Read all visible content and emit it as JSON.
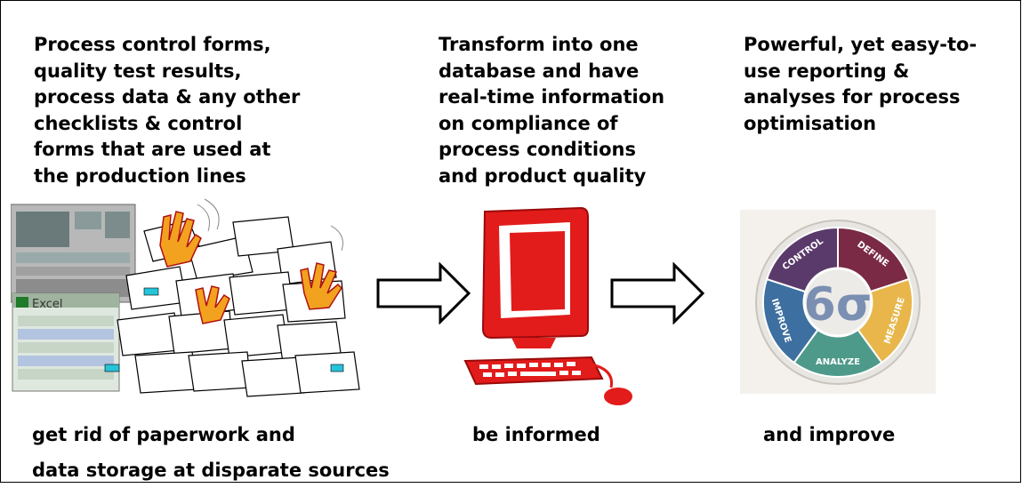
{
  "columns": [
    {
      "heading": "Process control forms,\nquality test results,\nprocess data & any other\nchecklists & control\nforms that are used at\nthe production lines",
      "caption": "get rid of paperwork and\ndata storage at disparate sources"
    },
    {
      "heading": "Transform into one\ndatabase and have\nreal-time information\non compliance of\nprocess conditions\nand product quality",
      "caption": "be informed"
    },
    {
      "heading": "Powerful, yet easy-to-\nuse reporting &\nanalyses for process\noptimisation",
      "caption": "and improve"
    }
  ],
  "left_image": {
    "app_label": "Excel"
  },
  "six_sigma": {
    "symbol": "6σ",
    "phases": [
      "DEFINE",
      "MEASURE",
      "ANALYZE",
      "IMPROVE",
      "CONTROL"
    ],
    "colors": [
      "#7a2a44",
      "#e8b64a",
      "#4e9a8a",
      "#3d6fa0",
      "#5a3a6a"
    ]
  },
  "colors": {
    "accent_red": "#e21b1b",
    "text": "#000000"
  }
}
